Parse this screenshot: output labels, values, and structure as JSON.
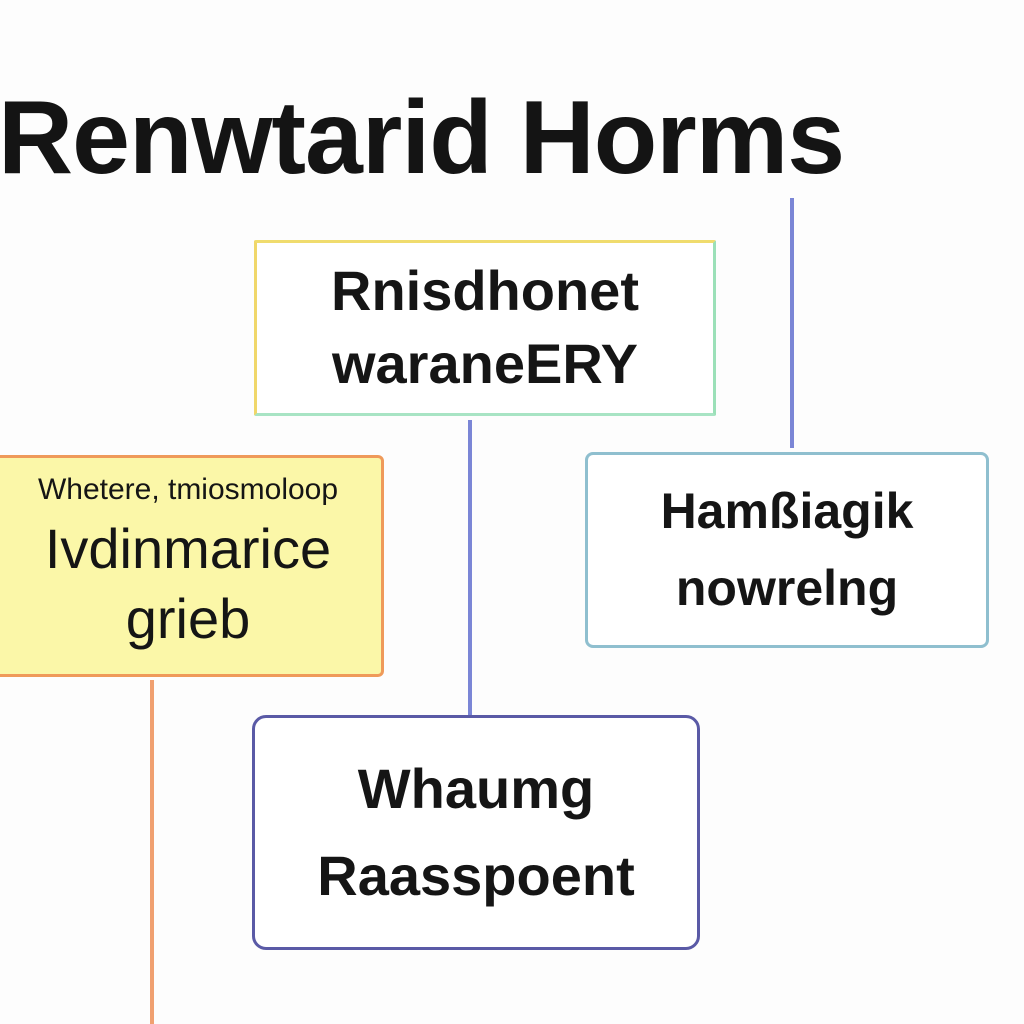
{
  "title": "Renwtarid Horms",
  "nodes": {
    "top": {
      "line1": "Rnisdhonet",
      "line2": "waraneERY"
    },
    "left": {
      "line1": "Whetere, tmiosmoloop",
      "line2": "Ivdinmarice",
      "line3": "grieb"
    },
    "right": {
      "line1": "Hamßiagik",
      "line2": "nowrelng"
    },
    "bottom": {
      "line1": "Whaumg",
      "line2": "Raasspoent"
    }
  },
  "colors": {
    "background": "#fdfdfd",
    "title": "#141414",
    "top_box_border": "#f0dc6e",
    "left_box_fill": "#fbf7a8",
    "left_box_border": "#ef9a5a",
    "right_box_border": "#8fbfcf",
    "bottom_box_border": "#5a5aa6",
    "connector_blue": "#7b86d6",
    "connector_orange": "#f0a070"
  }
}
